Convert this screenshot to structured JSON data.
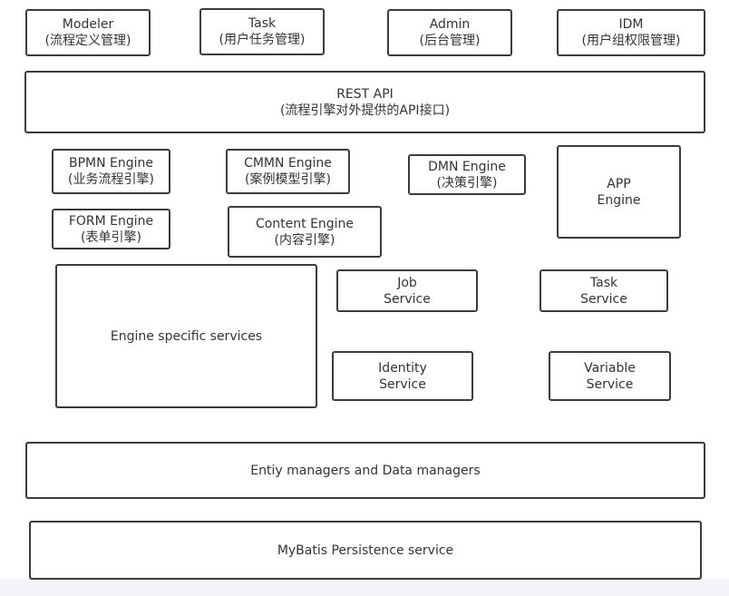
{
  "top_apps": {
    "modeler": {
      "title": "Modeler",
      "subtitle": "(流程定义管理)"
    },
    "task": {
      "title": "Task",
      "subtitle": "(用户任务管理)"
    },
    "admin": {
      "title": "Admin",
      "subtitle": "(后台管理)"
    },
    "idm": {
      "title": "IDM",
      "subtitle": "(用户组权限管理)"
    }
  },
  "rest_api": {
    "title": "REST API",
    "subtitle": "(流程引擎对外提供的API接口)"
  },
  "engines": {
    "bpmn": {
      "title": "BPMN Engine",
      "subtitle": "(业务流程引擎)"
    },
    "cmmn": {
      "title": "CMMN Engine",
      "subtitle": "(案例模型引擎)"
    },
    "dmn": {
      "title": "DMN Engine",
      "subtitle": "(决策引擎)"
    },
    "app": {
      "line1": "APP",
      "line2": "Engine"
    },
    "form": {
      "title": "FORM Engine",
      "subtitle": "(表单引擎)"
    },
    "content": {
      "title": "Content Engine",
      "subtitle": "(内容引擎)"
    }
  },
  "services": {
    "engine_specific": "Engine specific services",
    "job": {
      "line1": "Job",
      "line2": "Service"
    },
    "task": {
      "line1": "Task",
      "line2": "Service"
    },
    "identity": {
      "line1": "Identity",
      "line2": "Service"
    },
    "variable": {
      "line1": "Variable",
      "line2": "Service"
    }
  },
  "entity_managers": "Entiy managers and Data managers",
  "mybatis": "MyBatis Persistence service",
  "colors": {
    "border": "#3c3c3c",
    "text": "#333333",
    "footer_band": "#f3f5f9"
  }
}
